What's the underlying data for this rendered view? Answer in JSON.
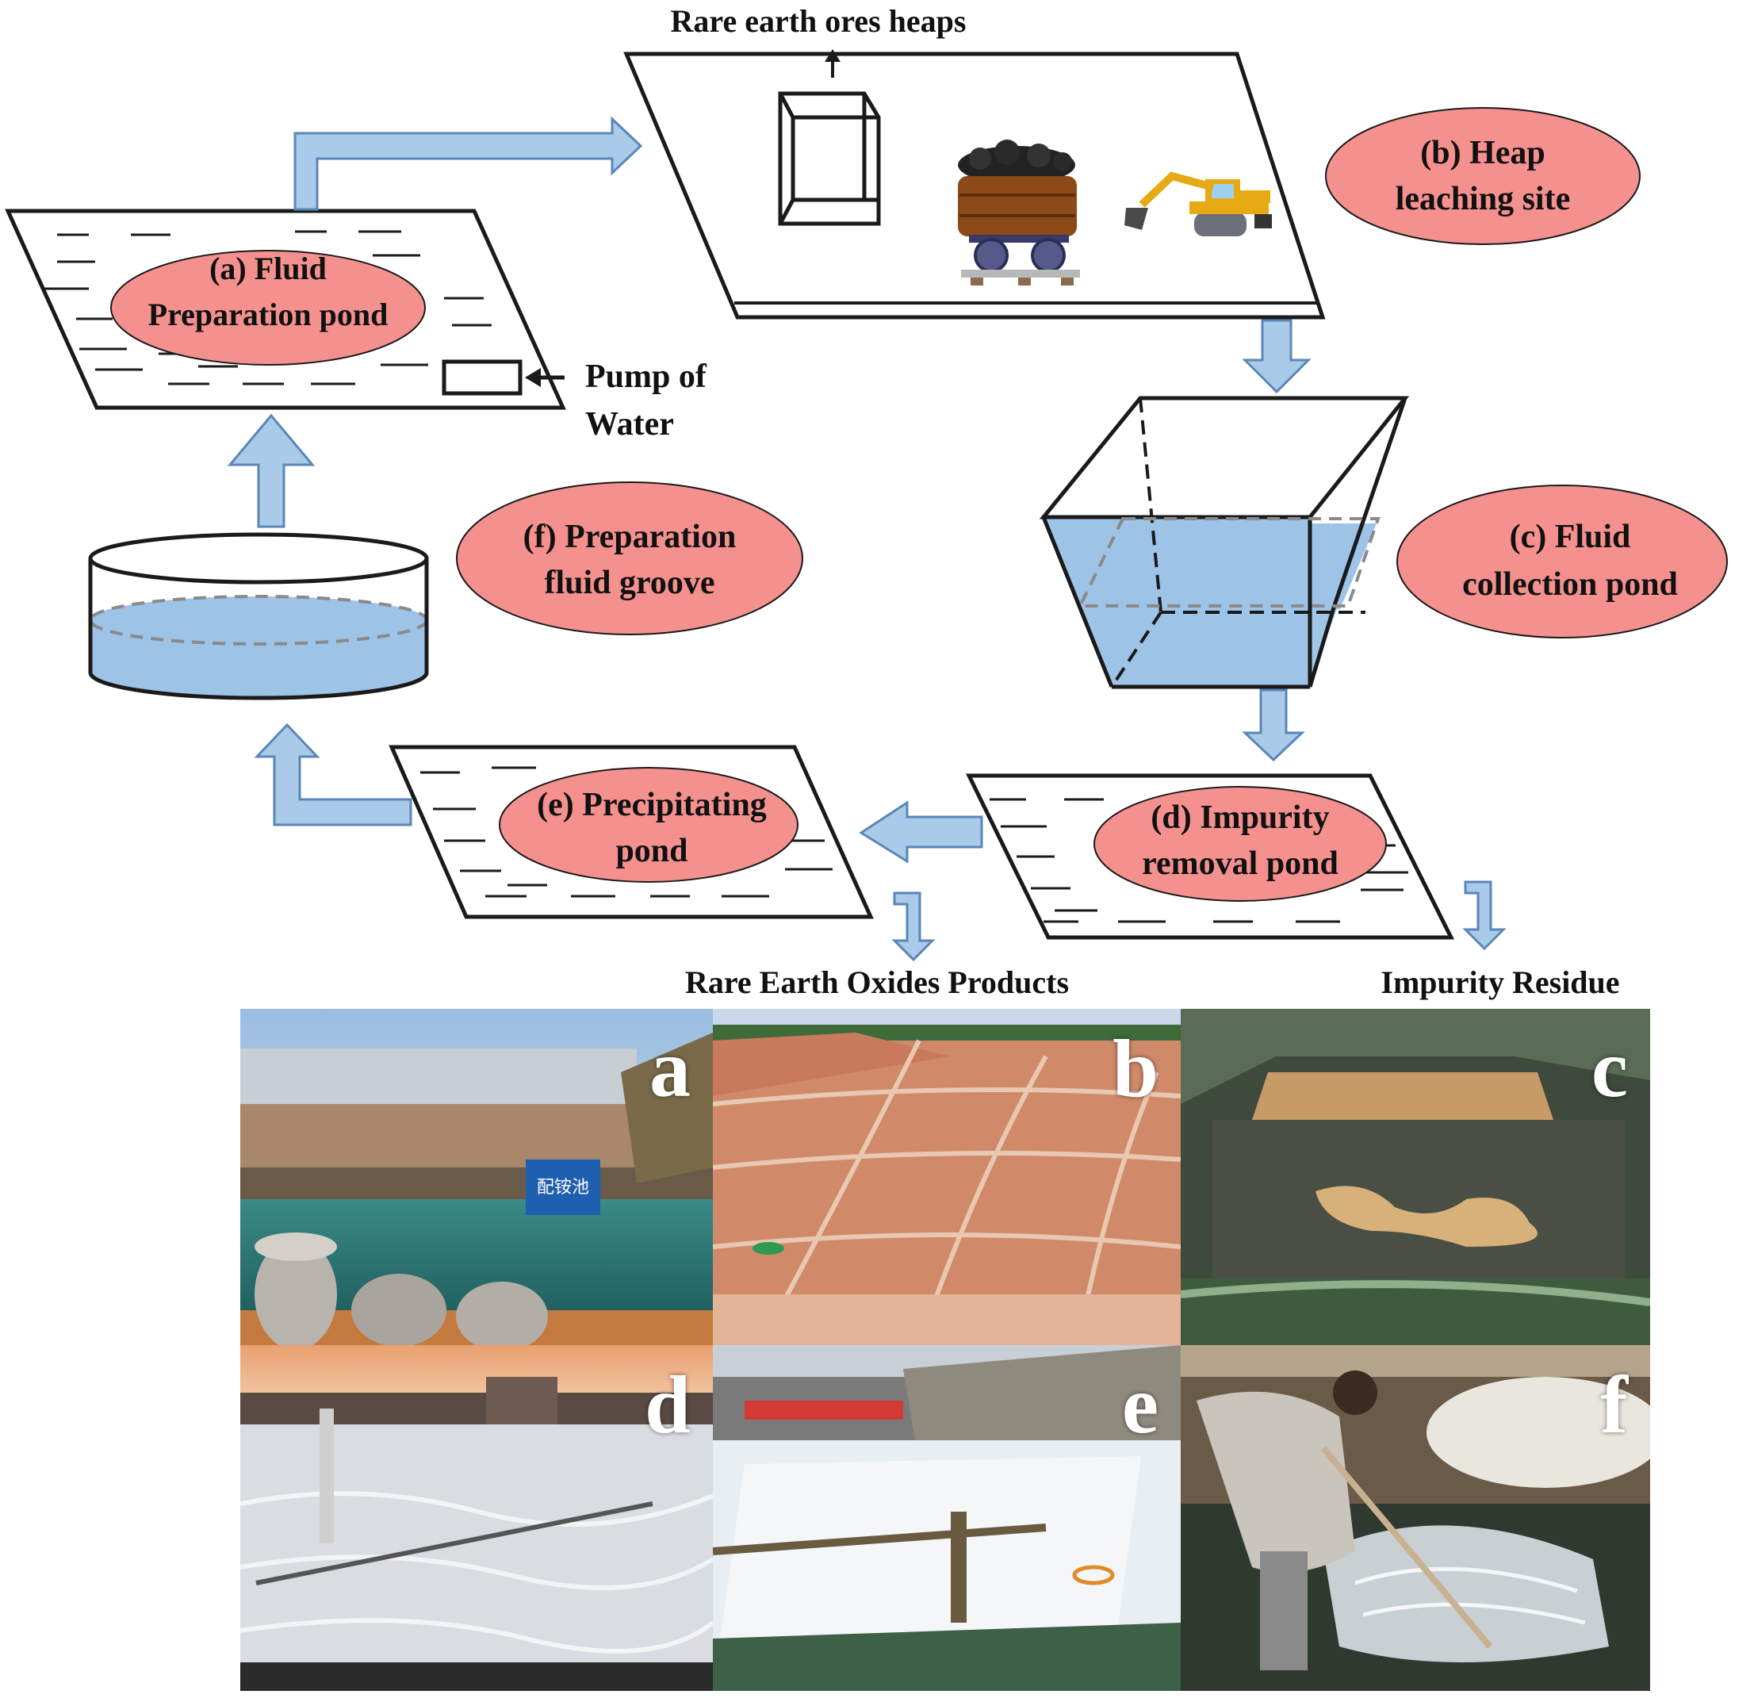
{
  "labels": {
    "ore_heaps": "Rare earth ores heaps",
    "pump": [
      "Pump of",
      "Water"
    ],
    "products": "Rare Earth Oxides Products",
    "residue": "Impurity Residue"
  },
  "stages": {
    "a": [
      "(a) Fluid",
      "Preparation pond"
    ],
    "b": [
      "(b) Heap",
      "leaching site"
    ],
    "c": [
      "(c) Fluid",
      "collection pond"
    ],
    "d": [
      "(d) Impurity",
      "removal pond"
    ],
    "e": [
      "(e) Precipitating",
      "pond"
    ],
    "f": [
      "(f) Preparation",
      "fluid groove"
    ]
  },
  "photos": [
    "a",
    "b",
    "c",
    "d",
    "e",
    "f"
  ],
  "sign_text": "配铵池",
  "colors": {
    "ellipse_fill": "#f4918e",
    "arrow_fill": "#a9cbe9",
    "arrow_stroke": "#5b86b8",
    "water": "#9dc3e6",
    "line": "#1a1a1a"
  }
}
